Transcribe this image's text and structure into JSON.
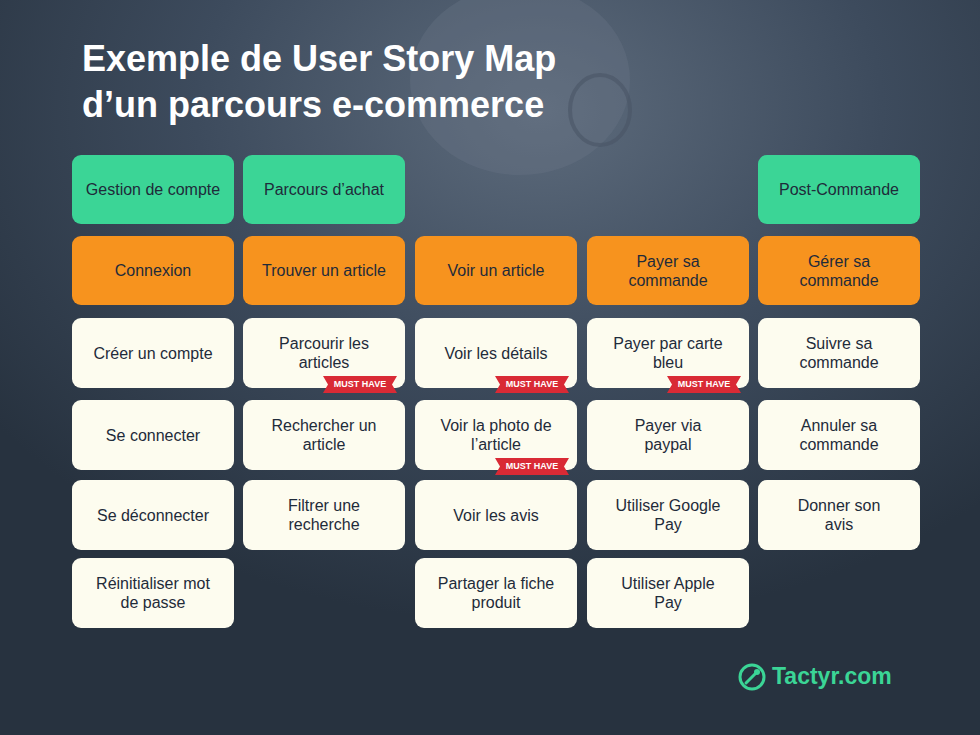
{
  "diagram": {
    "title": "Exemple de User Story Map d’un parcours e-commerce",
    "nodes": [
      {
        "text": [
          "Gestion de compte"
        ]
      },
      {
        "text": [
          "Parcours d’achat"
        ]
      },
      {
        "text": [
          "Post-Commande"
        ]
      },
      {
        "text": [
          "Connexion"
        ]
      },
      {
        "text": [
          "Trouver un article"
        ]
      },
      {
        "text": [
          "Voir un article"
        ]
      },
      {
        "text": [
          "Payer sa commande"
        ]
      },
      {
        "text": [
          "Gérer sa commande"
        ]
      },
      {
        "text": [
          "Créer un compte"
        ]
      },
      {
        "text": [
          "Parcourir les articles"
        ]
      },
      {
        "text": [
          "MUST HAVE"
        ],
        "in": 9
      },
      {
        "text": [
          "Voir les détails"
        ]
      },
      {
        "text": [
          "MUST HAVE"
        ],
        "in": 11
      },
      {
        "text": [
          "Payer par carte bleu"
        ]
      },
      {
        "text": [
          "MUST HAVE"
        ],
        "in": 13
      },
      {
        "text": [
          "Suivre sa commande"
        ]
      },
      {
        "text": [
          "Se connecter"
        ]
      },
      {
        "text": [
          "Rechercher un article"
        ]
      },
      {
        "text": [
          "Voir la photo de l’article"
        ]
      },
      {
        "text": [
          "MUST HAVE"
        ],
        "in": 18
      },
      {
        "text": [
          "Payer via paypal"
        ]
      },
      {
        "text": [
          "Annuler sa commande"
        ]
      },
      {
        "text": [
          "Se déconnecter"
        ]
      },
      {
        "text": [
          "Filtrer une recherche"
        ]
      },
      {
        "text": [
          "Voir les avis"
        ]
      },
      {
        "text": [
          "Utiliser Google Pay"
        ]
      },
      {
        "text": [
          "Donner son avis"
        ]
      },
      {
        "text": [
          "Réinitialiser mot de passe"
        ]
      },
      {
        "text": [
          "Partager la fiche produit"
        ]
      },
      {
        "text": [
          "Utiliser Apple Pay"
        ]
      }
    ],
    "labels": [
      "Tactyr.com"
    ]
  }
}
